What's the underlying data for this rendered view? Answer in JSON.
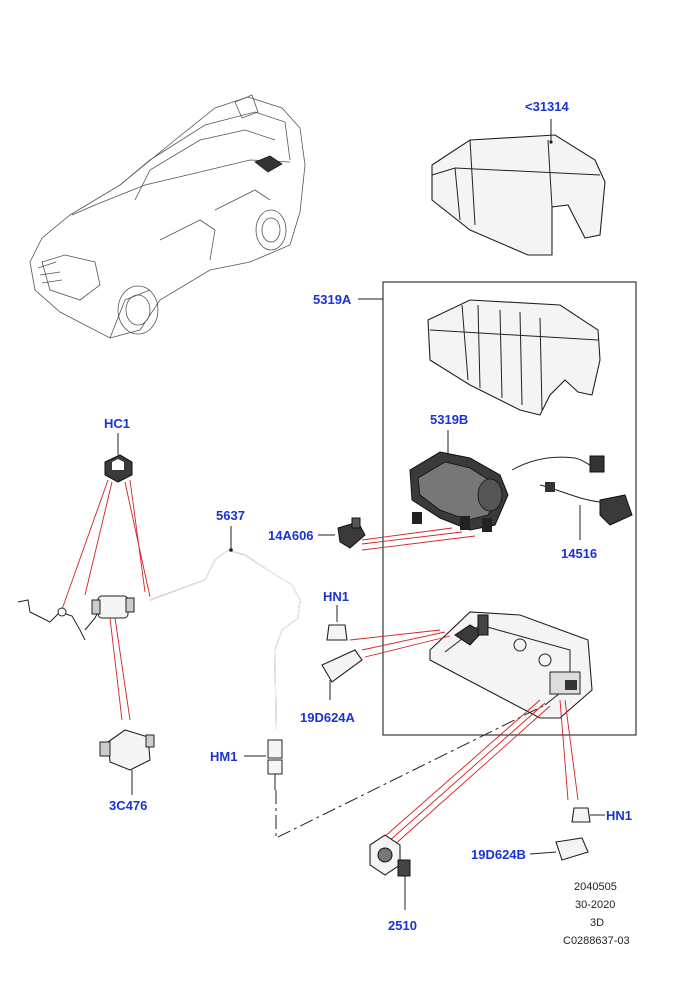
{
  "callouts": {
    "c31314": "<31314",
    "c5319A": "5319A",
    "c5319B": "5319B",
    "cHC1": "HC1",
    "c5637": "5637",
    "c14A606": "14A606",
    "c14516": "14516",
    "cHN1_top": "HN1",
    "c19D624A": "19D624A",
    "cHM1": "HM1",
    "c3C476": "3C476",
    "cHN1_bottom": "HN1",
    "c19D624B": "19D624B",
    "c2510": "2510"
  },
  "footer": {
    "line1": "2040505",
    "line2": "30-2020",
    "line3": "3D",
    "line4": "C0288637-03"
  },
  "colors": {
    "callout": "#1a33d6",
    "leader_red": "#d42020",
    "line": "#222222"
  }
}
